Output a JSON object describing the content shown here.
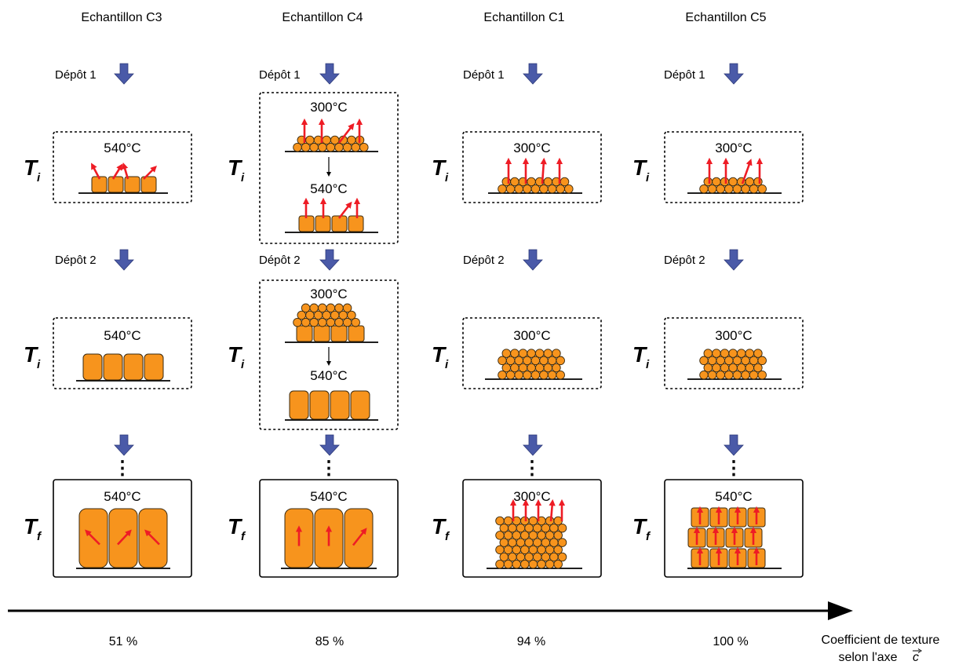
{
  "columns": [
    {
      "title": "Echantillon C3",
      "deposit1_label": "Dépôt 1",
      "deposit2_label": "Dépôt 2",
      "step1_temps": [
        "540°C"
      ],
      "step2_temps": [
        "540°C"
      ],
      "final_temp": "540°C",
      "texture_value": "51 %"
    },
    {
      "title": "Echantillon C4",
      "deposit1_label": "Dépôt 1",
      "deposit2_label": "Dépôt 2",
      "step1_temps": [
        "300°C",
        "540°C"
      ],
      "step2_temps": [
        "300°C",
        "540°C"
      ],
      "final_temp": "540°C",
      "texture_value": "85 %"
    },
    {
      "title": "Echantillon C1",
      "deposit1_label": "Dépôt 1",
      "deposit2_label": "Dépôt 2",
      "step1_temps": [
        "300°C"
      ],
      "step2_temps": [
        "300°C"
      ],
      "final_temp": "300°C",
      "texture_value": "94 %"
    },
    {
      "title": "Echantillon C5",
      "deposit1_label": "Dépôt 1",
      "deposit2_label": "Dépôt 2",
      "step1_temps": [
        "300°C"
      ],
      "step2_temps": [
        "300°C"
      ],
      "final_temp": "540°C",
      "texture_value": "100 %"
    }
  ],
  "row_labels": {
    "initial": "T",
    "initial_sub": "i",
    "final": "T",
    "final_sub": "f"
  },
  "continuation": "⋮",
  "axis_label_line1": "Coefficient de texture",
  "axis_label_line2": "selon l'axe",
  "axis_vector": "c",
  "colors": {
    "grain": "#f7941d",
    "grain_stroke": "#3a2a10",
    "texture_arrow": "#ee1c25",
    "process_arrow": "#4a5aa8"
  }
}
